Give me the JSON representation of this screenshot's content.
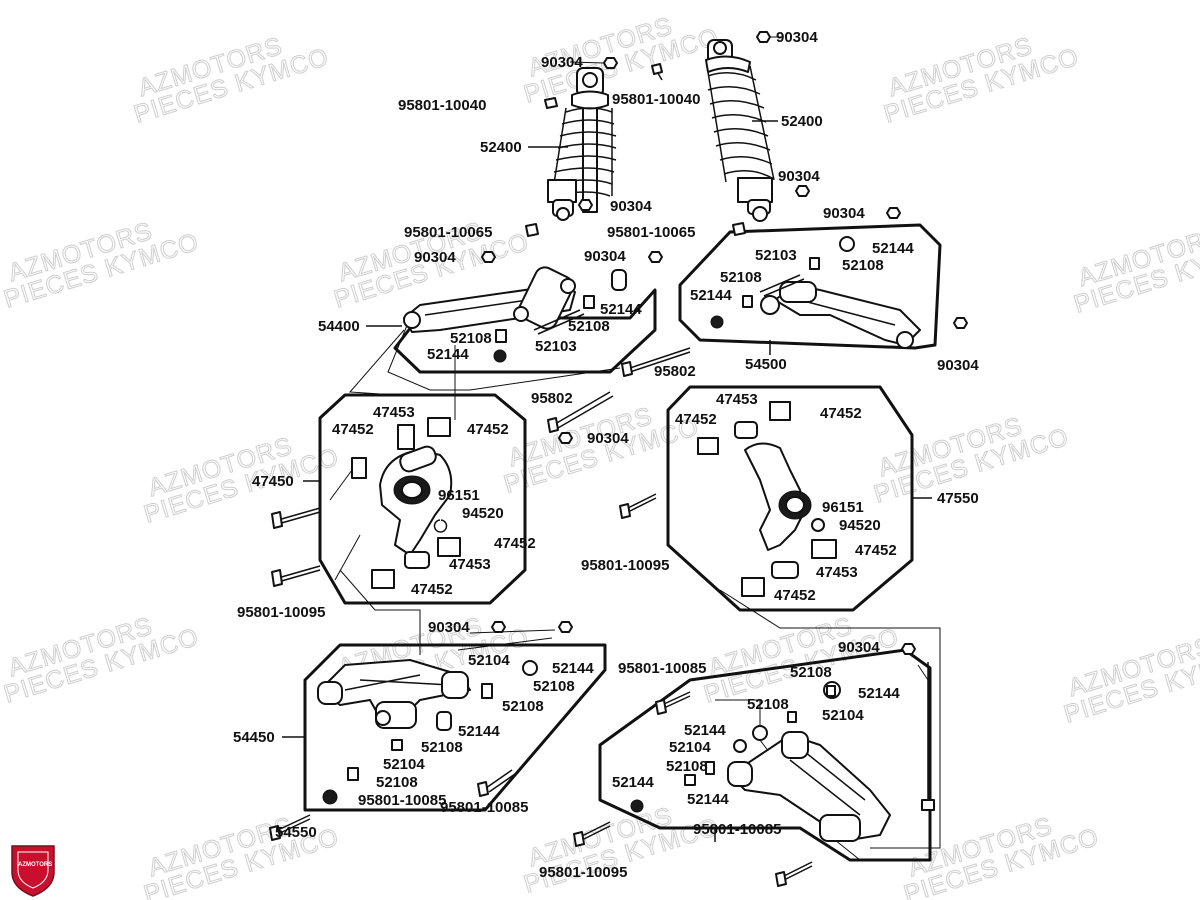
{
  "watermark": {
    "line1": "AZMOTORS",
    "line2": "PIECES KYMCO",
    "color": "#cfcfcf"
  },
  "logo": {
    "text": "AZMOTORS",
    "color": "#c8102e"
  },
  "labels": [
    {
      "id": "l01",
      "text": "90304"
    },
    {
      "id": "l02",
      "text": "95801-10040"
    },
    {
      "id": "l03",
      "text": "95801-10040"
    },
    {
      "id": "l04",
      "text": "90304"
    },
    {
      "id": "l05",
      "text": "52400"
    },
    {
      "id": "l06",
      "text": "52400"
    },
    {
      "id": "l07",
      "text": "90304"
    },
    {
      "id": "l08",
      "text": "90304"
    },
    {
      "id": "l09",
      "text": "95801-10065"
    },
    {
      "id": "l10",
      "text": "95801-10065"
    },
    {
      "id": "l11",
      "text": "90304"
    },
    {
      "id": "l12",
      "text": "90304"
    },
    {
      "id": "l13",
      "text": "90304"
    },
    {
      "id": "l14",
      "text": "52144"
    },
    {
      "id": "l15",
      "text": "52103"
    },
    {
      "id": "l16",
      "text": "52108"
    },
    {
      "id": "l17",
      "text": "52108"
    },
    {
      "id": "l18",
      "text": "52144"
    },
    {
      "id": "l19",
      "text": "52144"
    },
    {
      "id": "l20",
      "text": "52108"
    },
    {
      "id": "l21",
      "text": "54400"
    },
    {
      "id": "l22",
      "text": "52108"
    },
    {
      "id": "l23",
      "text": "52103"
    },
    {
      "id": "l24",
      "text": "52144"
    },
    {
      "id": "l25",
      "text": "54500"
    },
    {
      "id": "l26",
      "text": "90304"
    },
    {
      "id": "l27",
      "text": "95802"
    },
    {
      "id": "l28",
      "text": "95802"
    },
    {
      "id": "l29",
      "text": "47453"
    },
    {
      "id": "l30",
      "text": "47453"
    },
    {
      "id": "l31",
      "text": "47452"
    },
    {
      "id": "l32",
      "text": "47452"
    },
    {
      "id": "l33",
      "text": "47452"
    },
    {
      "id": "l34",
      "text": "47452"
    },
    {
      "id": "l35",
      "text": "90304"
    },
    {
      "id": "l36",
      "text": "47450"
    },
    {
      "id": "l37",
      "text": "96151"
    },
    {
      "id": "l38",
      "text": "96151"
    },
    {
      "id": "l39",
      "text": "47550"
    },
    {
      "id": "l40",
      "text": "94520"
    },
    {
      "id": "l41",
      "text": "94520"
    },
    {
      "id": "l42",
      "text": "47452"
    },
    {
      "id": "l43",
      "text": "47452"
    },
    {
      "id": "l44",
      "text": "47453"
    },
    {
      "id": "l45",
      "text": "47453"
    },
    {
      "id": "l46",
      "text": "95801-10095"
    },
    {
      "id": "l47",
      "text": "47452"
    },
    {
      "id": "l48",
      "text": "47452"
    },
    {
      "id": "l49",
      "text": "95801-10095"
    },
    {
      "id": "l50",
      "text": "90304"
    },
    {
      "id": "l51",
      "text": "90304"
    },
    {
      "id": "l52",
      "text": "52104"
    },
    {
      "id": "l53",
      "text": "52144"
    },
    {
      "id": "l54",
      "text": "95801-10085"
    },
    {
      "id": "l55",
      "text": "52108"
    },
    {
      "id": "l56",
      "text": "52108"
    },
    {
      "id": "l57",
      "text": "52144"
    },
    {
      "id": "l58",
      "text": "52108"
    },
    {
      "id": "l59",
      "text": "52108"
    },
    {
      "id": "l60",
      "text": "52104"
    },
    {
      "id": "l61",
      "text": "54450"
    },
    {
      "id": "l62",
      "text": "52144"
    },
    {
      "id": "l63",
      "text": "52144"
    },
    {
      "id": "l64",
      "text": "52108"
    },
    {
      "id": "l65",
      "text": "52104"
    },
    {
      "id": "l66",
      "text": "52104"
    },
    {
      "id": "l67",
      "text": "52108"
    },
    {
      "id": "l68",
      "text": "52144"
    },
    {
      "id": "l69",
      "text": "52108"
    },
    {
      "id": "l70",
      "text": "52144"
    },
    {
      "id": "l71",
      "text": "95801-10085"
    },
    {
      "id": "l72",
      "text": "95801-10085"
    },
    {
      "id": "l73",
      "text": "54550"
    },
    {
      "id": "l74",
      "text": "95801-10085"
    },
    {
      "id": "l75",
      "text": "95801-10095"
    }
  ]
}
